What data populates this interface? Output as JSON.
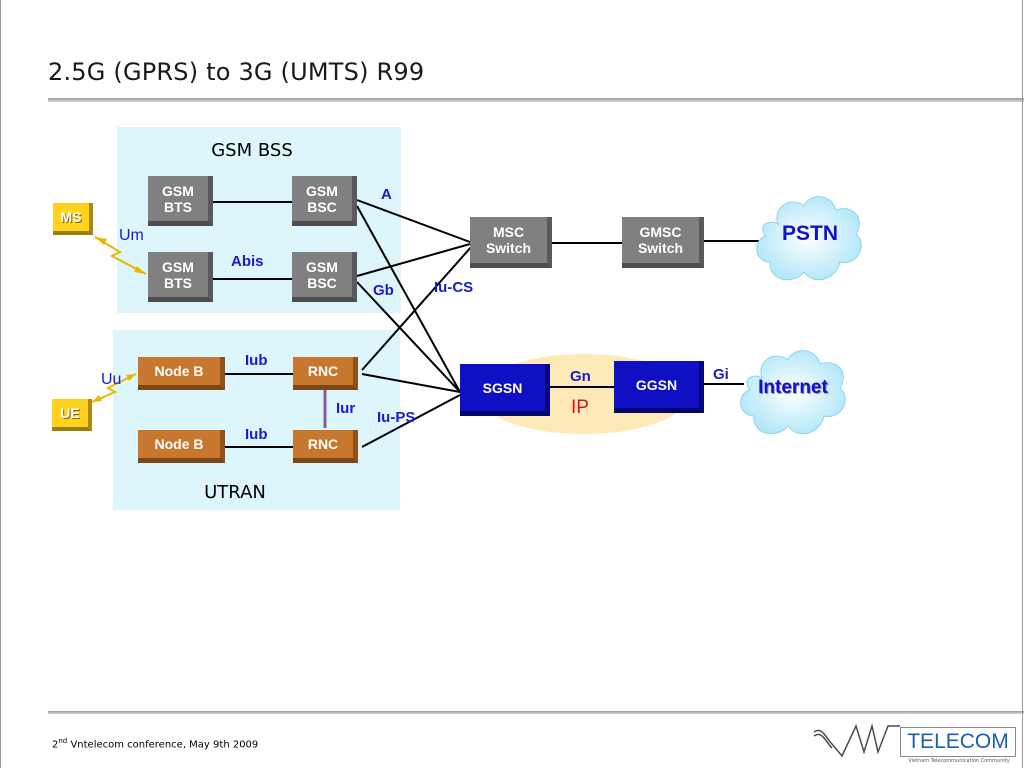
{
  "title": "2.5G (GPRS) to 3G (UMTS) R99",
  "regions": {
    "gsm_bss": "GSM BSS",
    "utran": "UTRAN"
  },
  "nodes": {
    "ms": "MS",
    "ue": "UE",
    "bts1": "GSM\nBTS",
    "bts2": "GSM\nBTS",
    "bsc1": "GSM\nBSC",
    "bsc2": "GSM\nBSC",
    "nodeb1": "Node B",
    "nodeb2": "Node B",
    "rnc1": "RNC",
    "rnc2": "RNC",
    "msc": "MSC\nSwitch",
    "gmsc": "GMSC\nSwitch",
    "sgsn": "SGSN",
    "ggsn": "GGSN"
  },
  "clouds": {
    "pstn": "PSTN",
    "internet": "Internet"
  },
  "interfaces": {
    "um": "Um",
    "uu": "Uu",
    "abis": "Abis",
    "a": "A",
    "gb": "Gb",
    "iu_cs": "Iu-CS",
    "iub1": "Iub",
    "iub2": "Iub",
    "iur": "Iur",
    "iu_ps": "Iu-PS",
    "gn": "Gn",
    "gi": "Gi",
    "ip": "IP"
  },
  "colors": {
    "region_fill": "#dcf6fc",
    "gray_node": "#808080",
    "orange_node": "#c8782e",
    "navy_node": "#0f0fc4",
    "yellow_node": "#ffd21e",
    "label_blue": "#1a1ad0",
    "ip_red": "#e01010",
    "ip_ellipse": "#fdeab8"
  },
  "footer": {
    "ordinal": "2",
    "superscript": "nd",
    "text": " Vntelecom conference, May 9th 2009"
  },
  "logo": {
    "name": "TELECOM",
    "tagline": "Vietnam Telecommunication Community"
  }
}
